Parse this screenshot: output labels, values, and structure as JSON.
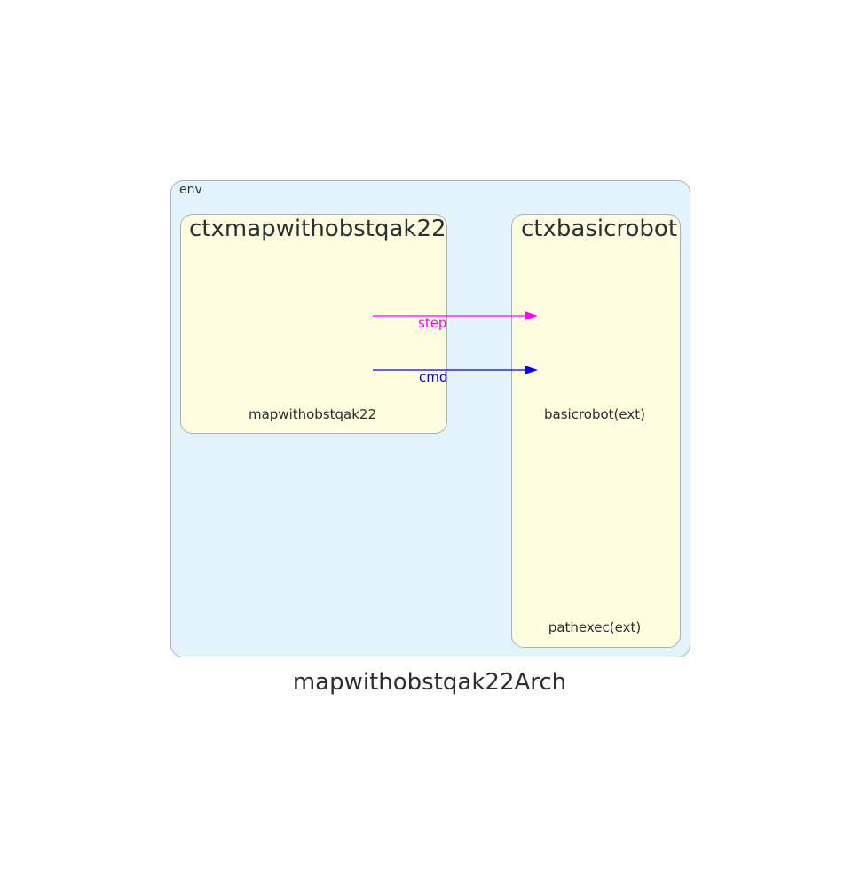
{
  "diagram": {
    "title": "mapwithobstqak22Arch",
    "clusters": {
      "env": {
        "label": "env",
        "fill": "#e2f3fc"
      },
      "ctx_map": {
        "label": "ctxmapwithobstqak22",
        "fill": "#fffde0"
      },
      "ctx_robot": {
        "label": "ctxbasicrobot",
        "fill": "#fffde0"
      }
    },
    "nodes": {
      "mapwithobstqak22": "mapwithobstqak22",
      "basicrobot": "basicrobot(ext)",
      "pathexec": "pathexec(ext)"
    },
    "edges": {
      "step": {
        "label": "step",
        "color": "#ff00ff",
        "from": "mapwithobstqak22",
        "to": "basicrobot(ext)"
      },
      "cmd": {
        "label": "cmd",
        "color": "#0000ff",
        "from": "mapwithobstqak22",
        "to": "basicrobot(ext)"
      }
    }
  }
}
